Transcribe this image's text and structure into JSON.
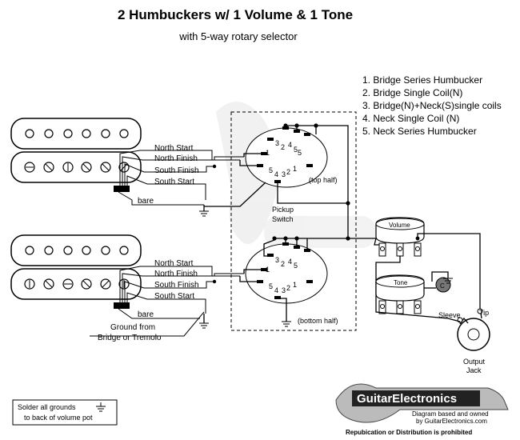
{
  "title": "2 Humbuckers w/ 1 Volume & 1 Tone",
  "subtitle": "with 5-way rotary selector",
  "legend": [
    "1. Bridge Series Humbucker",
    "2. Bridge Single Coil(N)",
    "3. Bridge(N)+Neck(S)single coils",
    "4. Neck Single Coil (N)",
    "5. Neck Series Humbucker"
  ],
  "wires": {
    "north_start": "North Start",
    "north_finish": "North Finish",
    "south_finish": "South Finish",
    "south_start": "South Start",
    "bare": "bare"
  },
  "switch": {
    "top_half": "(top half)",
    "bottom_half": "(bottom half)",
    "label_line1": "Pickup",
    "label_line2": "Switch",
    "lugs": [
      "1",
      "2",
      "3",
      "4",
      "5"
    ]
  },
  "ground_note": {
    "line1": "Ground from",
    "line2": "Bridge or Tremolo"
  },
  "pots": {
    "volume": "Volume",
    "tone": "Tone",
    "cap": "C"
  },
  "jack": {
    "sleeve": "Sleeve",
    "tip": "Tip",
    "line1": "Output",
    "line2": "Jack"
  },
  "solder_note": {
    "line1": "Solder all grounds",
    "line2": "to back of volume pot"
  },
  "brand": {
    "name": "GuitarElectronics",
    "line1": "Diagram based and owned",
    "line2": "by GuitarElectronics.com",
    "line3": "Repubication or Distribution is prohibited"
  },
  "icons": [
    "ground-icon",
    "capacitor-icon",
    "pickup-pole-icon",
    "switch-lug-icon"
  ]
}
